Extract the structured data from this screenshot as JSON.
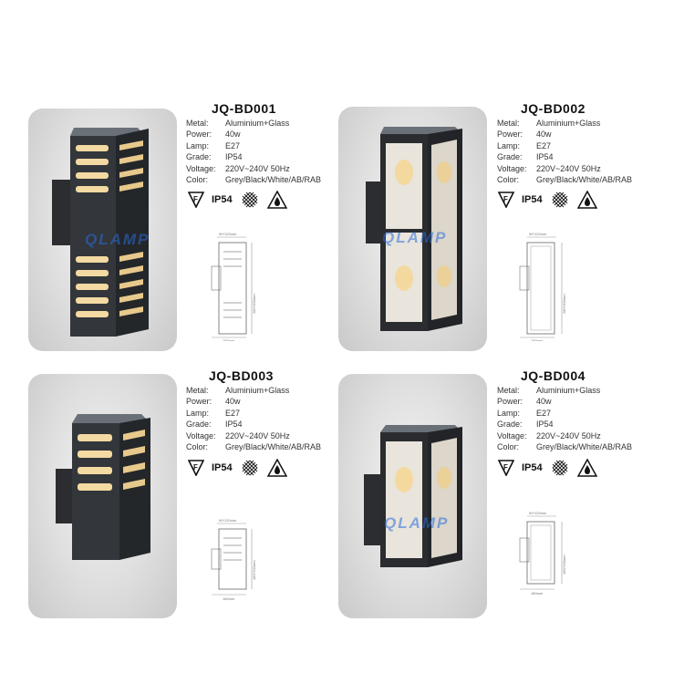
{
  "watermark": "QLAMP",
  "spec_keys": {
    "metal": "Metal:",
    "power": "Power:",
    "lamp": "Lamp:",
    "grade": "Grade:",
    "voltage": "Voltage:",
    "color": "Color:"
  },
  "products": [
    {
      "model": "JQ-BD001",
      "metal": "Aluminium+Glass",
      "power": "40w",
      "lamp": "E27",
      "grade": "IP54",
      "voltage": "220V~240V 50Hz",
      "color": "Grey/Black/White/AB/RAB",
      "cert_ip": "IP54",
      "dim_width": "90*120mm",
      "dim_height": "280*300mm",
      "dim_depth": "180mm",
      "style": "slatted-tall"
    },
    {
      "model": "JQ-BD002",
      "metal": "Aluminium+Glass",
      "power": "40w",
      "lamp": "E27",
      "grade": "IP54",
      "voltage": "220V~240V 50Hz",
      "color": "Grey/Black/White/AB/RAB",
      "cert_ip": "IP54",
      "dim_width": "90*120mm",
      "dim_height": "280*300mm",
      "dim_depth": "180mm",
      "style": "glass-tall"
    },
    {
      "model": "JQ-BD003",
      "metal": "Aluminium+Glass",
      "power": "40w",
      "lamp": "E27",
      "grade": "IP54",
      "voltage": "220V~240V 50Hz",
      "color": "Grey/Black/White/AB/RAB",
      "cert_ip": "IP54",
      "dim_width": "90*120mm",
      "dim_height": "180*200mm",
      "dim_depth": "180mm",
      "style": "slatted-short"
    },
    {
      "model": "JQ-BD004",
      "metal": "Aluminium+Glass",
      "power": "40w",
      "lamp": "E27",
      "grade": "IP54",
      "voltage": "220V~240V 50Hz",
      "color": "Grey/Black/White/AB/RAB",
      "cert_ip": "IP54",
      "dim_width": "90*120mm",
      "dim_height": "180*200mm",
      "dim_depth": "180mm",
      "style": "glass-short"
    }
  ]
}
